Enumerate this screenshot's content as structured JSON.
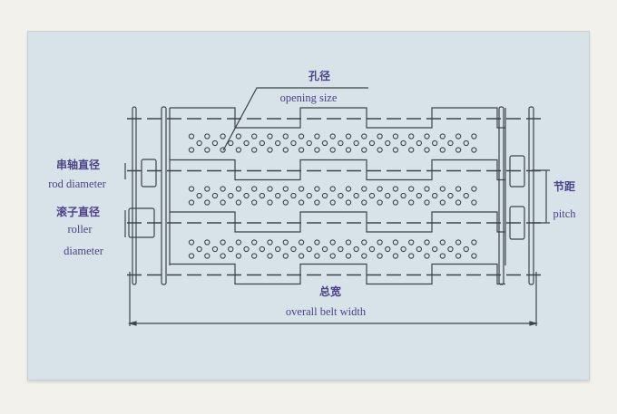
{
  "labels": {
    "opening_size_cn": "孔径",
    "opening_size_en": "opening size",
    "rod_diameter_cn": "串轴直径",
    "rod_diameter_en": "rod diameter",
    "roller_diameter_cn": "滚子直径",
    "roller_diameter_en_1": "roller",
    "roller_diameter_en_2": "diameter",
    "pitch_cn": "节距",
    "pitch_en": "pitch",
    "overall_width_cn": "总宽",
    "overall_width_en": "overall belt width"
  },
  "colors": {
    "line": "#3d4448",
    "text": "#4d4288",
    "panel": "#d7e3e8"
  }
}
